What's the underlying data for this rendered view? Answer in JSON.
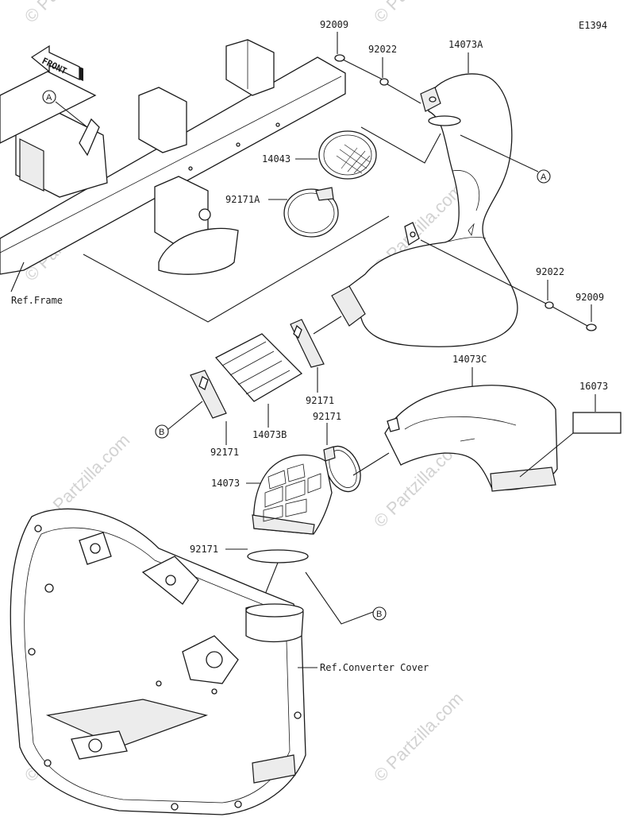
{
  "diagram_code": "E1394",
  "front_label": "FRONT",
  "watermark_text": "© Partzilla.com",
  "labels": {
    "l_92009_top": "92009",
    "l_92022_top": "92022",
    "l_14073A": "14073A",
    "l_14043": "14043",
    "l_92171A": "92171A",
    "l_92022_right": "92022",
    "l_92009_right": "92009",
    "l_ref_frame": "Ref.Frame",
    "l_14073C": "14073C",
    "l_16073": "16073",
    "l_92171_mid1": "92171",
    "l_92171_mid2": "92171",
    "l_14073B": "14073B",
    "l_92171_left": "92171",
    "l_14073": "14073",
    "l_92171_low": "92171",
    "l_ref_converter": "Ref.Converter Cover"
  },
  "callouts": {
    "a_left": "A",
    "a_right": "A",
    "b_left": "B",
    "b_right": "B"
  },
  "colors": {
    "line": "#1a1a1a",
    "watermark": "#d2d2d2",
    "background": "#ffffff"
  }
}
